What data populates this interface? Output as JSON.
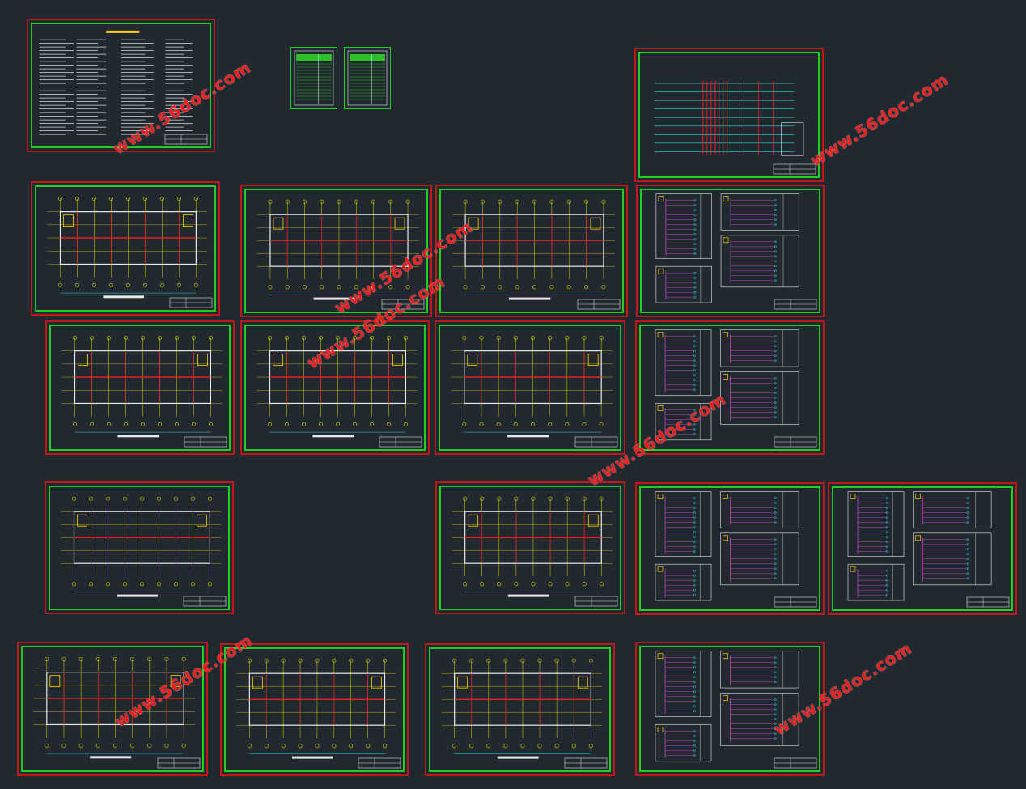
{
  "viewer": {
    "background": "#212830",
    "frame_color": "#c01818",
    "border_color": "#22cc22"
  },
  "watermark": {
    "text": "www.56doc.com",
    "color": "#e82020"
  },
  "sheets": [
    {
      "id": "design-notes",
      "kind": "notes"
    },
    {
      "id": "legend-table-a",
      "kind": "table"
    },
    {
      "id": "legend-table-b",
      "kind": "table"
    },
    {
      "id": "riser-system-diagram",
      "kind": "riser"
    },
    {
      "id": "plan-1-lighting",
      "kind": "plan"
    },
    {
      "id": "plan-1-power",
      "kind": "plan"
    },
    {
      "id": "plan-1-weak",
      "kind": "plan"
    },
    {
      "id": "distribution-1",
      "kind": "panel"
    },
    {
      "id": "plan-2-lighting",
      "kind": "plan"
    },
    {
      "id": "plan-2-power",
      "kind": "plan"
    },
    {
      "id": "plan-2-socket",
      "kind": "plan"
    },
    {
      "id": "distribution-2",
      "kind": "panel"
    },
    {
      "id": "plan-3-lighting",
      "kind": "plan"
    },
    {
      "id": "plan-3-power",
      "kind": "plan"
    },
    {
      "id": "distribution-3",
      "kind": "panel"
    },
    {
      "id": "distribution-4",
      "kind": "panel"
    },
    {
      "id": "plan-roof-1",
      "kind": "plan"
    },
    {
      "id": "plan-roof-2",
      "kind": "plan"
    },
    {
      "id": "plan-roof-3",
      "kind": "plan"
    },
    {
      "id": "distribution-5",
      "kind": "panel"
    }
  ]
}
